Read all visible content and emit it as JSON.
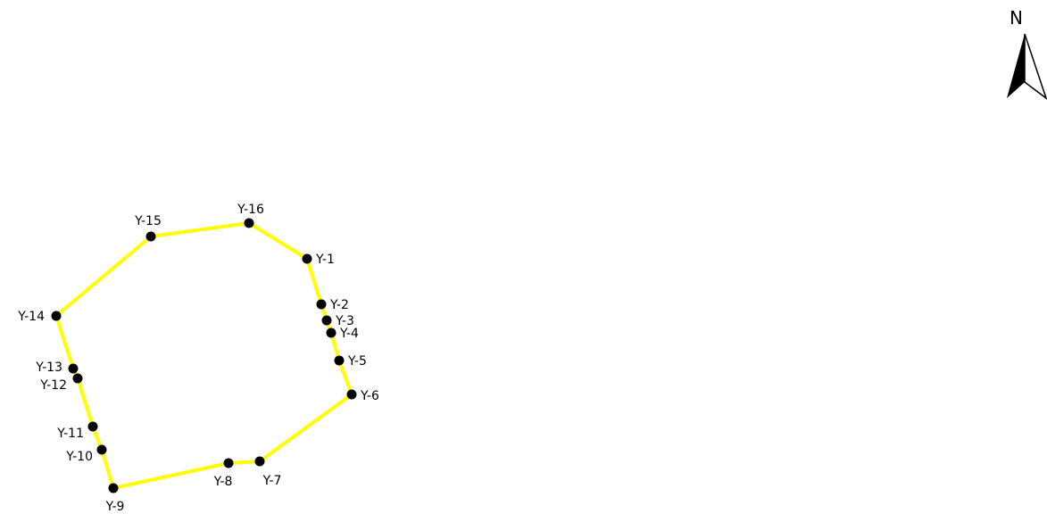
{
  "map": {
    "boundary_color": "#ffff00",
    "point_color": "#000000",
    "points": [
      {
        "id": "Y-1"
      },
      {
        "id": "Y-2"
      },
      {
        "id": "Y-3"
      },
      {
        "id": "Y-4"
      },
      {
        "id": "Y-5"
      },
      {
        "id": "Y-6"
      },
      {
        "id": "Y-7"
      },
      {
        "id": "Y-8"
      },
      {
        "id": "Y-9"
      },
      {
        "id": "Y-10"
      },
      {
        "id": "Y-11"
      },
      {
        "id": "Y-12"
      },
      {
        "id": "Y-13"
      },
      {
        "id": "Y-14"
      },
      {
        "id": "Y-15"
      },
      {
        "id": "Y-16"
      }
    ]
  },
  "north_arrow": {
    "letter": "N",
    "icon": "north-arrow-icon"
  }
}
